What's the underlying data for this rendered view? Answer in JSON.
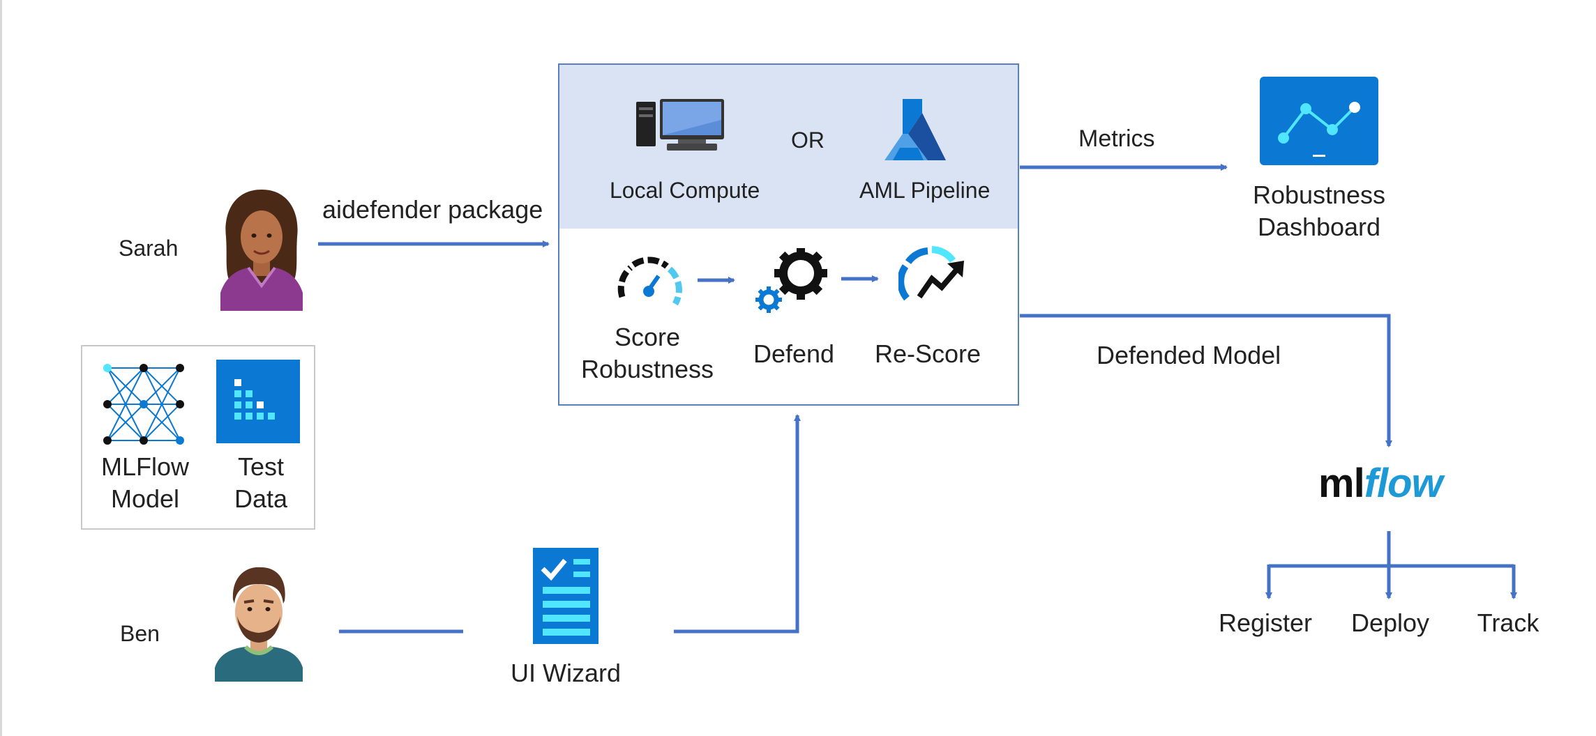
{
  "people": {
    "sarah": "Sarah",
    "ben": "Ben"
  },
  "flow": {
    "package_label": "aidefender package",
    "metrics_label": "Metrics",
    "defended_model_label": "Defended Model"
  },
  "compute": {
    "local": "Local Compute",
    "or": "OR",
    "aml": "AML Pipeline"
  },
  "steps": {
    "score_line1": "Score",
    "score_line2": "Robustness",
    "defend": "Defend",
    "rescore": "Re-Score"
  },
  "assets": {
    "model_line1": "MLFlow",
    "model_line2": "Model",
    "data_line1": "Test",
    "data_line2": "Data"
  },
  "dashboard": {
    "line1": "Robustness",
    "line2": "Dashboard"
  },
  "wizard": "UI Wizard",
  "mlflow": {
    "ml": "ml",
    "flow": "flow",
    "actions": [
      "Register",
      "Deploy",
      "Track"
    ]
  },
  "colors": {
    "arrow": "#4472c4",
    "accent_blue": "#0b78d4",
    "band": "#dae3f3"
  }
}
